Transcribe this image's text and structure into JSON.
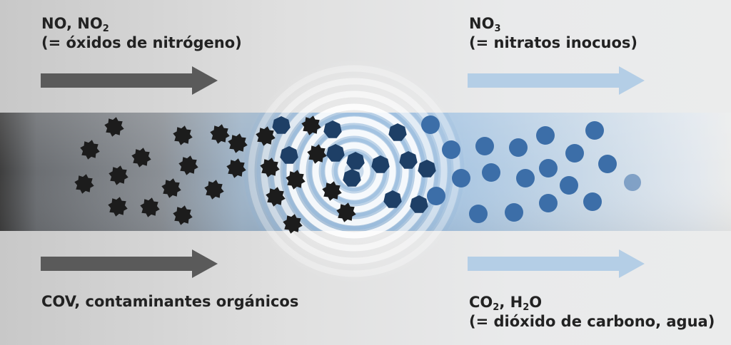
{
  "labels": {
    "top_left": {
      "formula_parts": [
        "NO, NO",
        "2"
      ],
      "description": "(= óxidos de nitrógeno)"
    },
    "top_right": {
      "formula_parts": [
        "NO",
        "3"
      ],
      "description": "(= nitratos inocuos)"
    },
    "bottom_left": {
      "description": "COV, contaminantes orgánicos"
    },
    "bottom_right": {
      "formula_parts": [
        "CO",
        "2",
        ", H",
        "2",
        "O"
      ],
      "description": "(= dióxido de carbono, agua)"
    }
  },
  "colors": {
    "dark_arrow": "#5a5a5a",
    "light_arrow": "#b4cee6",
    "pollutant_particle": "#1c1c1c",
    "converting_particle": "#1e3f66",
    "product_particle": "#3c6ea8",
    "ring": "#8ab2d9",
    "tube_dark": "#4a4a4a",
    "tube_light": "#cad9e8"
  },
  "icons": [
    "arrow-right-dark-icon",
    "arrow-right-light-icon",
    "spiral-rings-icon"
  ]
}
